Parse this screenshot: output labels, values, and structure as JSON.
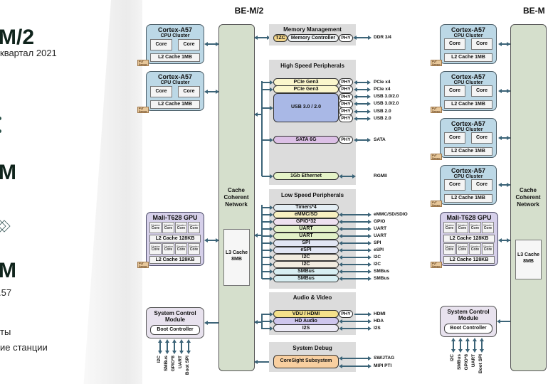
{
  "slide": {
    "title_fragment": "M/2",
    "subtitle_fragment": "квартал 2021",
    "heading2_fragment": "M",
    "heading3_fragment": "M",
    "heading3_sub": ".57",
    "bullets": [
      "ты",
      "ие станции"
    ]
  },
  "diagram": {
    "title": "BE-M/2",
    "title_right": "BE-M",
    "cpu_clusters": [
      {
        "title": "Cortex-A57",
        "subtitle": "CPU Cluster",
        "cores": [
          "Core",
          "Core"
        ],
        "l2": "L2 Cache 1MB",
        "sensor": "PVT Sensor"
      },
      {
        "title": "Cortex-A57",
        "subtitle": "CPU Cluster",
        "cores": [
          "Core",
          "Core"
        ],
        "l2": "L2 Cache 1MB",
        "sensor": "PVT Sensor"
      },
      {
        "title": "Cortex-A57",
        "subtitle": "CPU Cluster",
        "cores": [
          "Core",
          "Core"
        ],
        "l2": "L2 Cache 1MB",
        "sensor": "PVT Sensor"
      },
      {
        "title": "Cortex-A57",
        "subtitle": "CPU Cluster",
        "cores": [
          "Core",
          "Core"
        ],
        "l2": "L2 Cache 1MB",
        "sensor": "PVT Sensor"
      }
    ],
    "gpu": {
      "title": "Mali-T628 GPU",
      "shader_top": "Shader",
      "shader_bottom": "Core",
      "l2": "L2 Cache 128KB",
      "sensor": "PVT Sensor"
    },
    "ccn": {
      "label": "Cache Coherent Network",
      "l3": "L3 Cache 8MB"
    },
    "memory": {
      "title": "Memory Management",
      "tzc": "TZC",
      "controller": "Memory Controller",
      "phy": "PHY",
      "ext": "DDR 3/4"
    },
    "high_speed": {
      "title": "High Speed Peripherals",
      "pcie": [
        "PCIe Gen3",
        "PCIe Gen3"
      ],
      "usb": "USB 3.0 / 2.0",
      "sata": "SATA 6G",
      "ethernet": "1Gb Ethernet",
      "phy": "PHY",
      "ext": [
        "PCIe x4",
        "PCIe x4",
        "USB 3.0/2.0",
        "USB 3.0/2.0",
        "USB 2.0",
        "USB 2.0",
        "SATA",
        "RGMII"
      ]
    },
    "low_speed": {
      "title": "Low Speed Peripherals",
      "items": [
        {
          "label": "Timers*4",
          "ext": "",
          "color": "#e4eef4"
        },
        {
          "label": "eMMC/SD",
          "ext": "eMMC/SD/SDIO",
          "color": "#f8f0c0"
        },
        {
          "label": "GPIO*32",
          "ext": "GPIO",
          "color": "#eee0f0"
        },
        {
          "label": "UART",
          "ext": "UART",
          "color": "#e2f0c8"
        },
        {
          "label": "UART",
          "ext": "UART",
          "color": "#e2f0c8"
        },
        {
          "label": "SPI",
          "ext": "SPI",
          "color": "#e2e6f4"
        },
        {
          "label": "eSPI",
          "ext": "eSPI",
          "color": "#e2e6f4"
        },
        {
          "label": "I2C",
          "ext": "I2C",
          "color": "#f2ece0"
        },
        {
          "label": "I2C",
          "ext": "I2C",
          "color": "#f2ece0"
        },
        {
          "label": "SMBus",
          "ext": "SMBus",
          "color": "#d8eef2"
        },
        {
          "label": "SMBus",
          "ext": "SMBus",
          "color": "#d8eef2"
        }
      ]
    },
    "audio_video": {
      "title": "Audio & Video",
      "vdu": "VDU / HDMI",
      "hd_audio": "HD Audio",
      "i2s": "I2S",
      "phy": "PHY",
      "ext": [
        "HDMI",
        "HDA",
        "I2S"
      ]
    },
    "debug": {
      "title": "System Debug",
      "coresight": "CoreSight Subsystem",
      "ext": [
        "SW/JTAG",
        "MIPI PTI"
      ]
    },
    "scm": {
      "title": "System Control Module",
      "boot": "Boot Controller",
      "pins": [
        "I2C",
        "SMBus",
        "GPIO*8",
        "UART",
        "Boot SPI"
      ]
    },
    "colors": {
      "arrow": "#3c6478",
      "cpu_fill": "#bcd8e6",
      "gpu_fill": "#d6d0ea",
      "ccn_fill": "#d5dfcc",
      "panel_fill": "#dcdcdc",
      "pcie_fill": "#fbf6cc",
      "usb_fill": "#a9b8e6",
      "sata_fill": "#dcc0e6",
      "ethernet_fill": "#e6f4c8",
      "tzc_fill": "#f2d58a",
      "vdu_fill": "#f4e08a",
      "hd_audio_fill": "#cec6ee",
      "i2s_fill": "#eceaf6",
      "coresight_fill": "#f8cfa0"
    }
  }
}
